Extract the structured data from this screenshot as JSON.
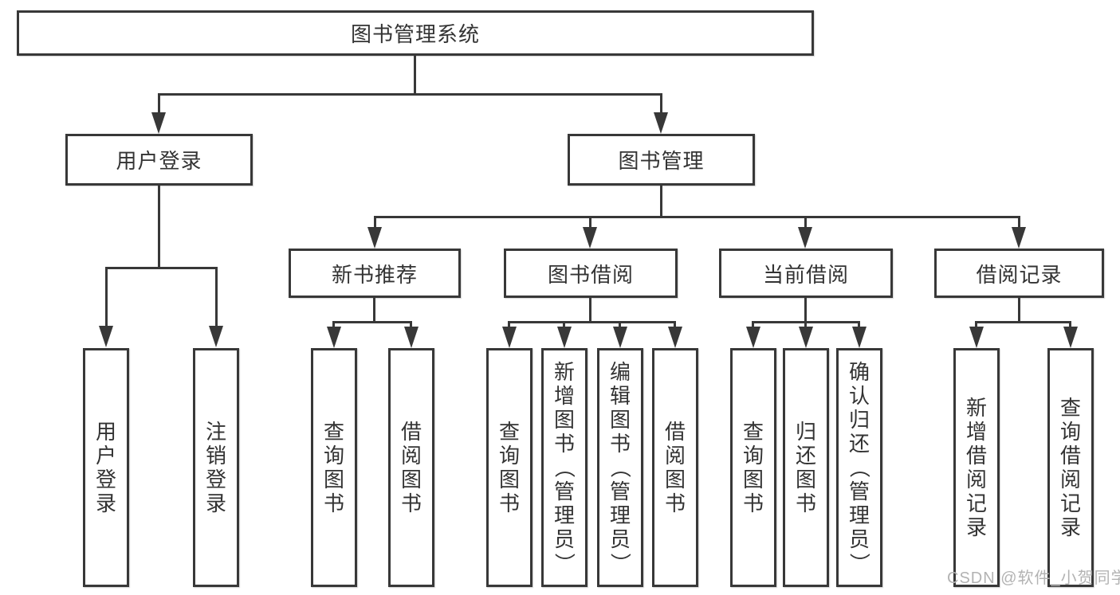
{
  "diagram": {
    "root": {
      "label": "图书管理系统"
    },
    "branches": [
      {
        "label": "用户登录"
      },
      {
        "label": "图书管理"
      }
    ],
    "modules": [
      {
        "label": "新书推荐"
      },
      {
        "label": "图书借阅"
      },
      {
        "label": "当前借阅"
      },
      {
        "label": "借阅记录"
      }
    ],
    "leaves": [
      {
        "label": "用户登录"
      },
      {
        "label": "注销登录"
      },
      {
        "label": "查询图书"
      },
      {
        "label": "借阅图书"
      },
      {
        "label": "查询图书"
      },
      {
        "label": "新增图书（管理员）"
      },
      {
        "label": "编辑图书（管理员）"
      },
      {
        "label": "借阅图书"
      },
      {
        "label": "查询图书"
      },
      {
        "label": "归还图书"
      },
      {
        "label": "确认归还（管理员）"
      },
      {
        "label": "新增借阅记录"
      },
      {
        "label": "查询借阅记录"
      }
    ]
  },
  "watermark": "CSDN @软件_小贺同学",
  "colors": {
    "line": "#383838",
    "text": "#333333",
    "watermark": "#b3b3b3",
    "background": "#ffffff"
  }
}
